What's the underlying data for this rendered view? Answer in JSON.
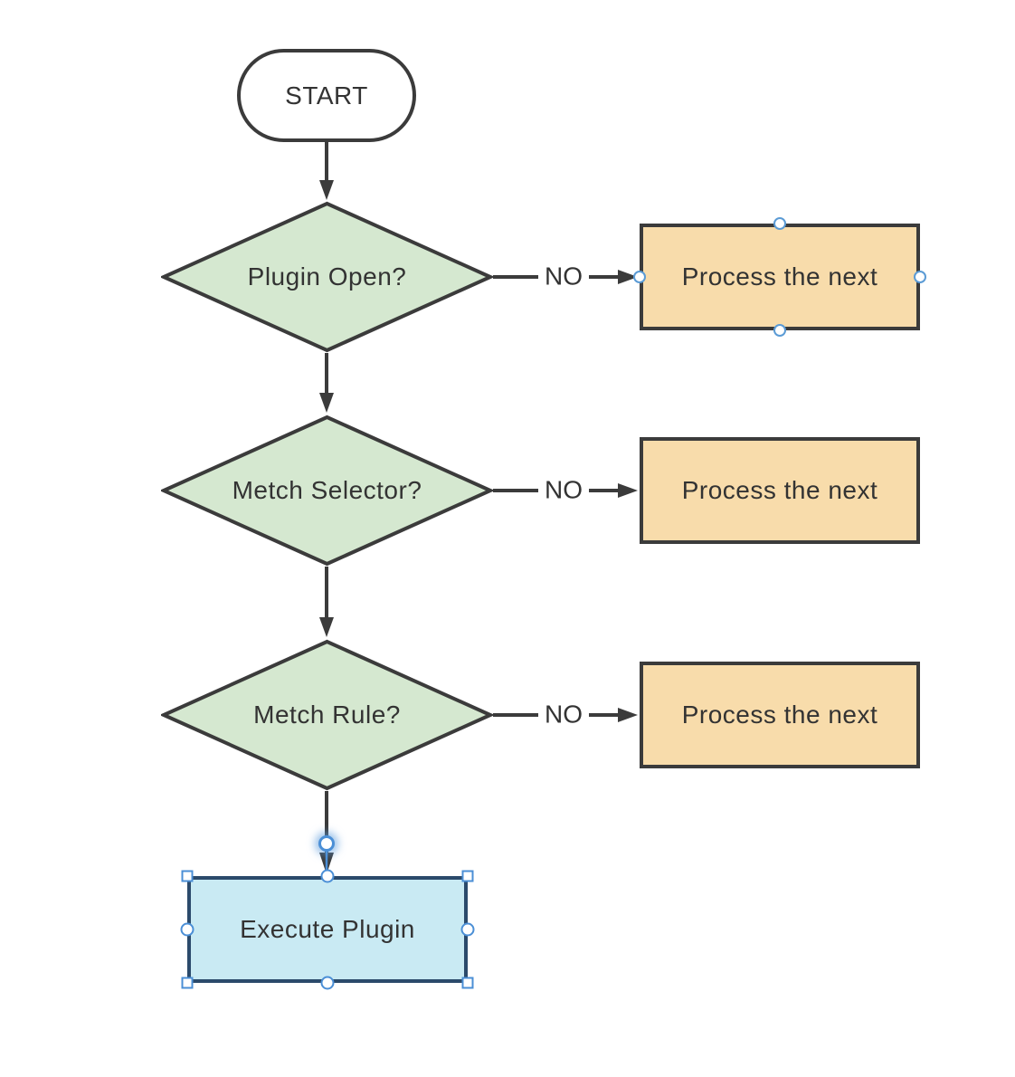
{
  "diagram": {
    "start": {
      "label": "START"
    },
    "decisions": [
      {
        "label": "Plugin Open?"
      },
      {
        "label": "Metch Selector?"
      },
      {
        "label": "Metch Rule?"
      }
    ],
    "processes": [
      {
        "label": "Process the next"
      },
      {
        "label": "Process the next"
      },
      {
        "label": "Process the next"
      }
    ],
    "execute": {
      "label": "Execute Plugin"
    },
    "edge_labels": [
      {
        "label": "NO"
      },
      {
        "label": "NO"
      },
      {
        "label": "NO"
      }
    ]
  },
  "colors": {
    "background": "#ffffff",
    "stroke": "#3b3b3b",
    "text": "#333333",
    "decision_fill": "#d5e8d0",
    "process_fill": "#f8dcab",
    "execute_fill": "#c9eaf3",
    "execute_border": "#2b4a6b",
    "selection_handle_blue": "#4b8fd6",
    "connection_point_blue": "#5b9bd5"
  }
}
